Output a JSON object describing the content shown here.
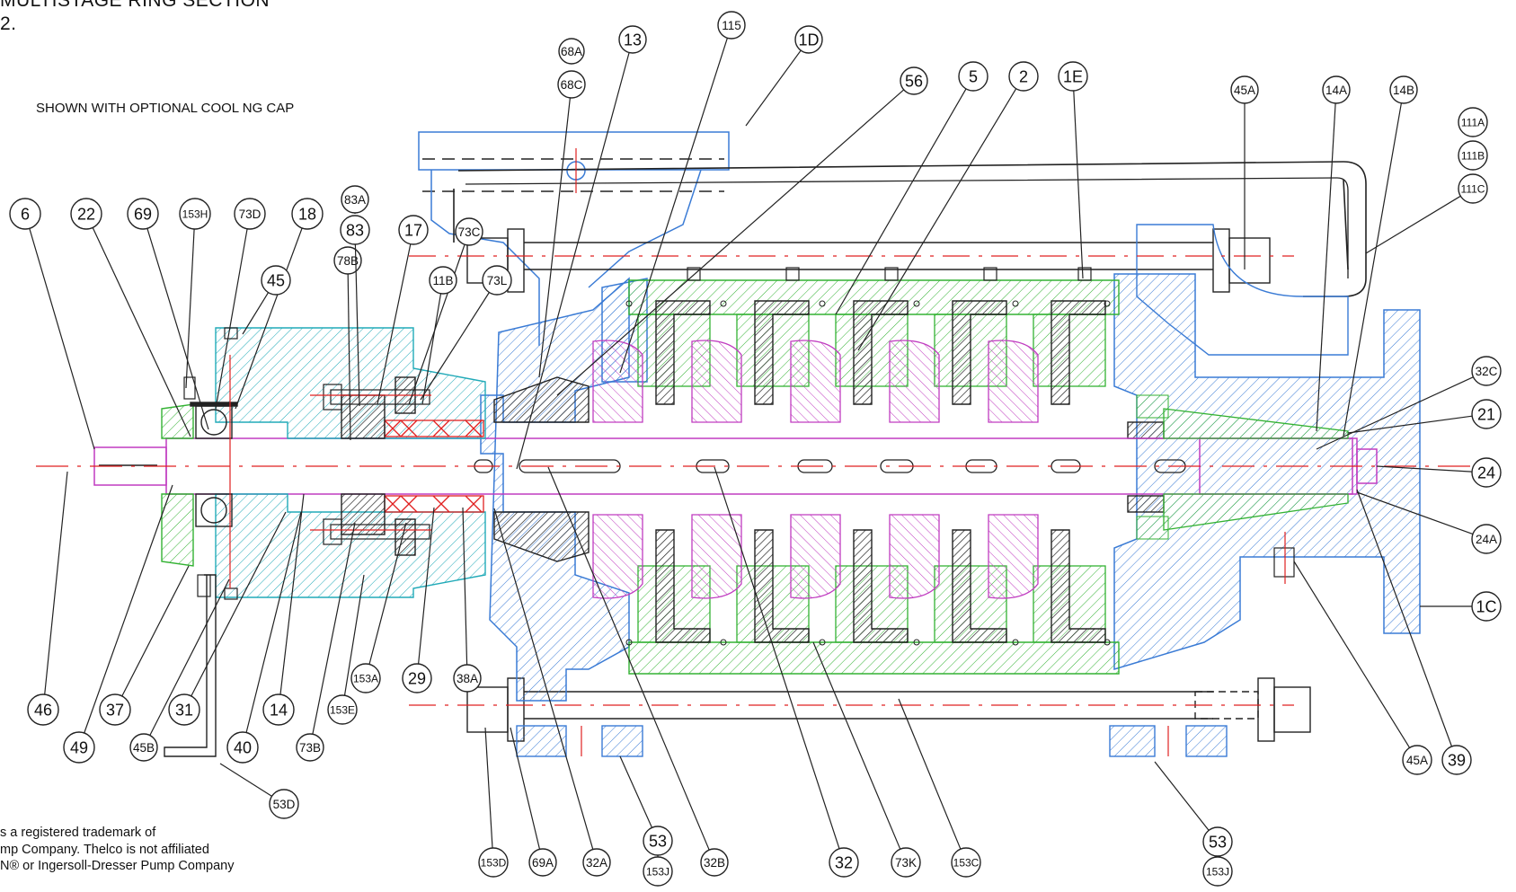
{
  "title_lines": [
    "MULTISTAGE RING SECTION",
    "2."
  ],
  "subtitle": "SHOWN WITH OPTIONAL COOL NG CAP",
  "note_lines": [
    "s a registered trademark of",
    "mp Company.  Thelco is not affiliated",
    "N®  or Ingersoll-Dresser Pump Company"
  ],
  "colors": {
    "casing": "#3a7bd5",
    "diffuser": "#33b233",
    "impeller": "#c03cc0",
    "bearing_housing": "#21aab8",
    "centerline": "#e02020",
    "packing": "#e02020",
    "outline": "#222222"
  },
  "callouts": [
    {
      "id": "6"
    },
    {
      "id": "22"
    },
    {
      "id": "69"
    },
    {
      "id": "153H"
    },
    {
      "id": "73D"
    },
    {
      "id": "18"
    },
    {
      "id": "45"
    },
    {
      "id": "78B"
    },
    {
      "id": "83A"
    },
    {
      "id": "83"
    },
    {
      "id": "17"
    },
    {
      "id": "73C"
    },
    {
      "id": "11B"
    },
    {
      "id": "73L"
    },
    {
      "id": "68A"
    },
    {
      "id": "68C"
    },
    {
      "id": "13"
    },
    {
      "id": "115"
    },
    {
      "id": "1D"
    },
    {
      "id": "56"
    },
    {
      "id": "5"
    },
    {
      "id": "2"
    },
    {
      "id": "1E"
    },
    {
      "id": "45A"
    },
    {
      "id": "14A"
    },
    {
      "id": "14B"
    },
    {
      "id": "111A"
    },
    {
      "id": "111B"
    },
    {
      "id": "111C"
    },
    {
      "id": "32C"
    },
    {
      "id": "21"
    },
    {
      "id": "24"
    },
    {
      "id": "24A"
    },
    {
      "id": "1C"
    },
    {
      "id": "46"
    },
    {
      "id": "49"
    },
    {
      "id": "37"
    },
    {
      "id": "45B"
    },
    {
      "id": "31"
    },
    {
      "id": "40"
    },
    {
      "id": "14"
    },
    {
      "id": "73B"
    },
    {
      "id": "153A"
    },
    {
      "id": "29"
    },
    {
      "id": "38A"
    },
    {
      "id": "153E"
    },
    {
      "id": "53D"
    },
    {
      "id": "153D"
    },
    {
      "id": "69A"
    },
    {
      "id": "32A"
    },
    {
      "id": "53"
    },
    {
      "id": "153J"
    },
    {
      "id": "32B"
    },
    {
      "id": "32"
    },
    {
      "id": "73K"
    },
    {
      "id": "153C"
    },
    {
      "id": "45A"
    },
    {
      "id": "39"
    },
    {
      "id": "53"
    },
    {
      "id": "153J"
    }
  ]
}
